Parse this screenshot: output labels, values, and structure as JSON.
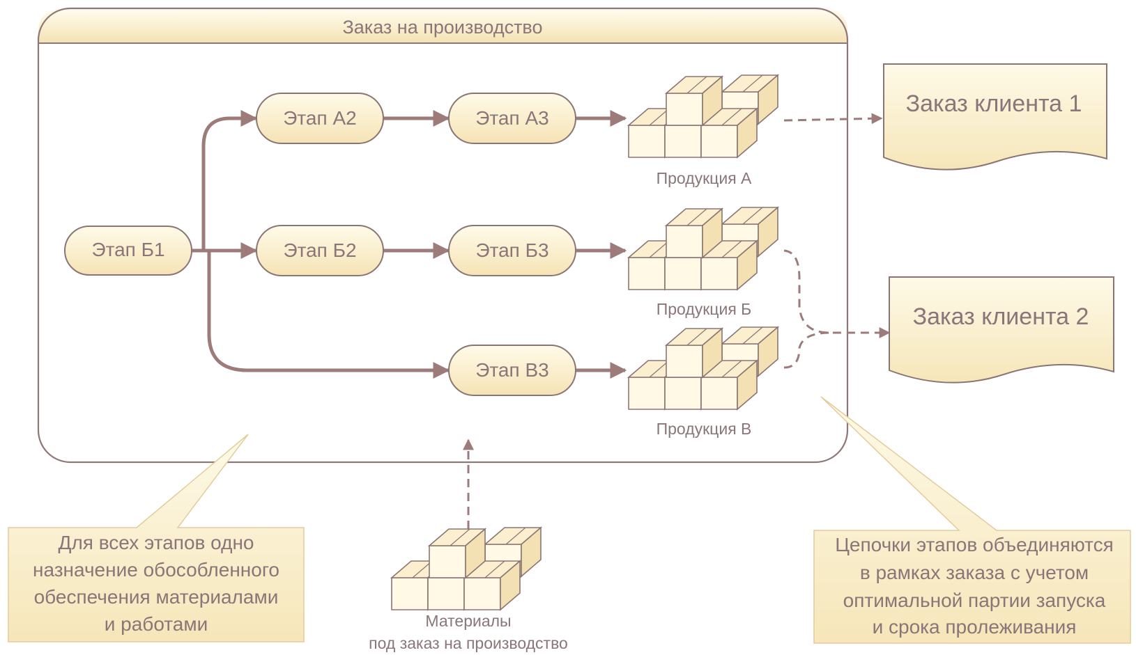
{
  "frame": {
    "title": "Заказ на производство"
  },
  "stages": {
    "b1": "Этап Б1",
    "a2": "Этап А2",
    "a3": "Этап А3",
    "b2": "Этап Б2",
    "b3": "Этап Б3",
    "v3": "Этап В3"
  },
  "products": {
    "a": "Продукция А",
    "b": "Продукция Б",
    "v": "Продукция В"
  },
  "client_orders": {
    "order1": "Заказ клиента  1",
    "order2": "Заказ клиента  2"
  },
  "materials": {
    "line1": "Материалы",
    "line2": "под заказ на производство"
  },
  "notes": {
    "left": [
      "Для всех этапов одно",
      "назначение обособленного",
      "обеспечения материалами",
      "и работами"
    ],
    "right": [
      "Цепочки этапов объединяются",
      "в рамках заказа с учетом",
      "оптимальной партии запуска",
      "и срока пролеживания"
    ]
  },
  "colors": {
    "line": "#9e7b7b",
    "text": "#8a7578",
    "fill_light": "#fffbe8",
    "fill_dark": "#f6e6bd",
    "border": "#8a7575",
    "callout_fill": "#fdf5dc",
    "callout_border": "#e6d0a4"
  }
}
